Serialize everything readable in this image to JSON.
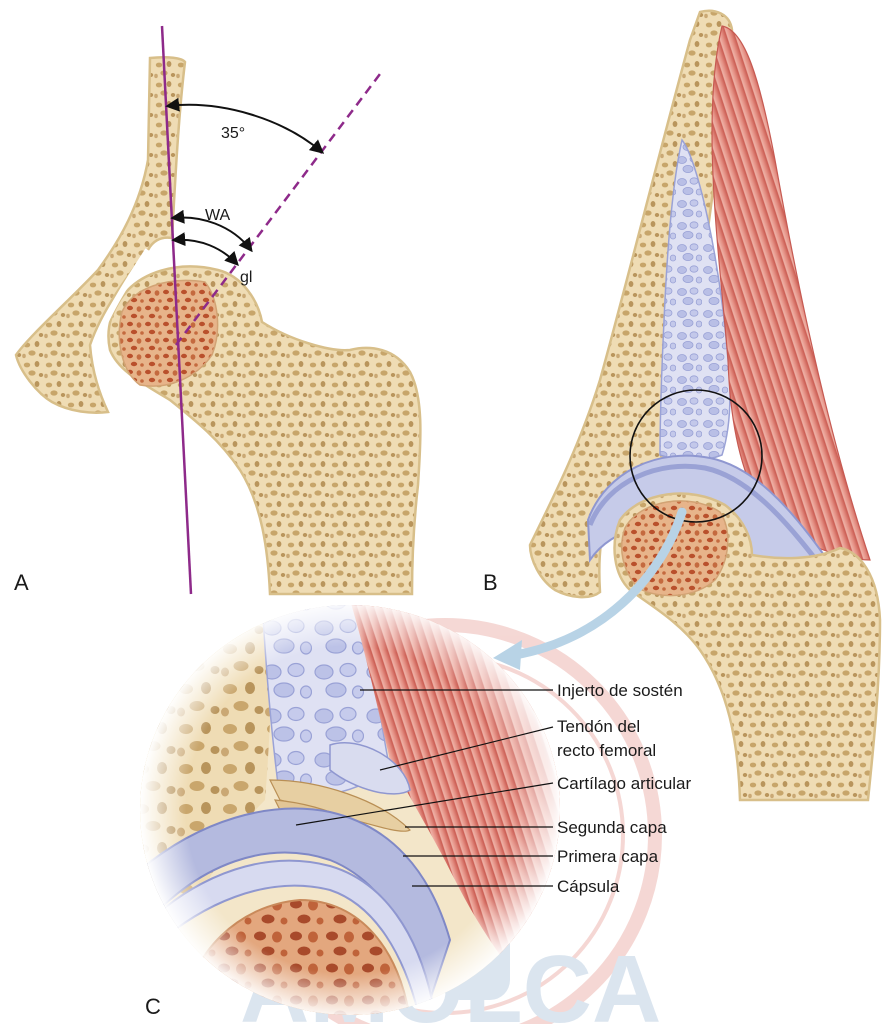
{
  "panels": {
    "a": {
      "letter": "A"
    },
    "b": {
      "letter": "B"
    },
    "c": {
      "letter": "C"
    }
  },
  "angles": {
    "main": "35°",
    "wa": "WA",
    "gl": "gl"
  },
  "callouts": [
    {
      "id": "injerto",
      "lines": [
        "Injerto de sostén"
      ]
    },
    {
      "id": "tendon",
      "lines": [
        "Tendón del",
        "recto femoral"
      ]
    },
    {
      "id": "cartilago",
      "lines": [
        "Cartílago articular"
      ]
    },
    {
      "id": "segunda",
      "lines": [
        "Segunda capa"
      ]
    },
    {
      "id": "primera",
      "lines": [
        "Primera capa"
      ]
    },
    {
      "id": "capsula",
      "lines": [
        "Cápsula"
      ]
    }
  ],
  "colors": {
    "bone": "#efdcb4",
    "bone_outline": "#d8bf8a",
    "trabecular": "#c7a56a",
    "epiphysis": "#c46a3f",
    "cartilage": "#c6cbe9",
    "capsule": "#8f97d0",
    "muscle": "#e29a8f",
    "muscle_dark": "#c65a52",
    "axis_line": "#8e2a8a",
    "arrow": "#b8d3e6",
    "watermark": "#e38f86"
  }
}
